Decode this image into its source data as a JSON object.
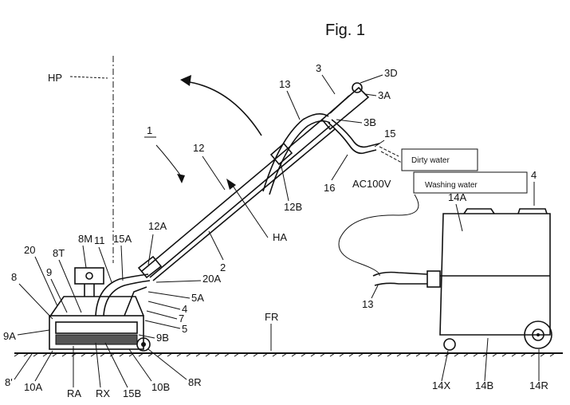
{
  "figure_title": "Fig. 1",
  "callouts": {
    "dirty_water": "Dirty water",
    "washing_water": "Washing water"
  },
  "labels": {
    "hp": "HP",
    "one": "1",
    "three": "3",
    "3d": "3D",
    "3a": "3A",
    "3b": "3B",
    "13_top": "13",
    "12": "12",
    "12a": "12A",
    "12b": "12B",
    "15": "15",
    "16": "16",
    "ac100v": "AC100V",
    "ha": "HA",
    "two": "2",
    "11": "11",
    "8m": "8M",
    "8t": "8T",
    "20": "20",
    "9": "9",
    "8": "8",
    "15a": "15A",
    "20a": "20A",
    "5a": "5A",
    "4_head": "4",
    "7": "7",
    "5": "5",
    "9a": "9A",
    "9b": "9B",
    "fr": "FR",
    "8prime": "8'",
    "10a": "10A",
    "ra": "RA",
    "rx": "RX",
    "15b": "15B",
    "10b": "10B",
    "8r": "8R",
    "four_tank": "4",
    "14a": "14A",
    "13_hose": "13",
    "14x": "14X",
    "14b": "14B",
    "14r": "14R"
  }
}
